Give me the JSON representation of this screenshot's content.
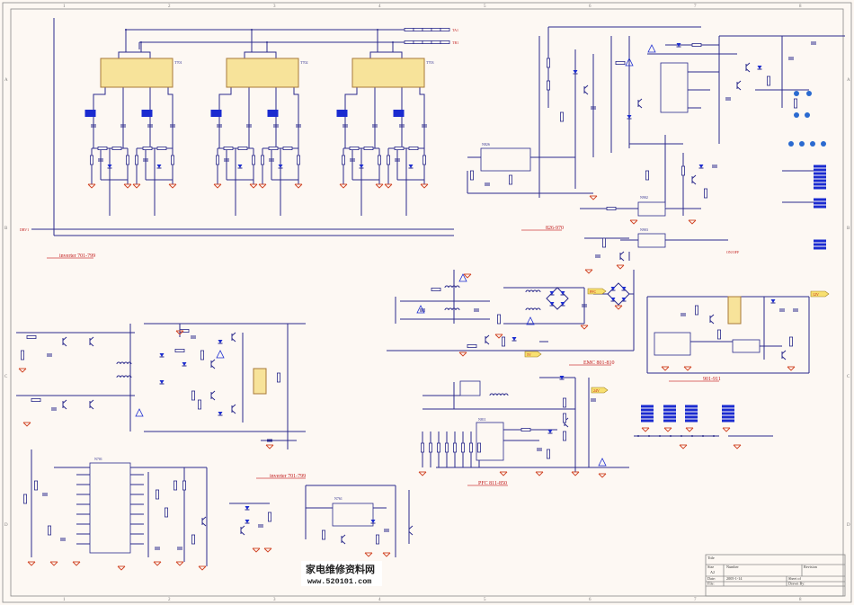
{
  "frame": {
    "rows": [
      "A",
      "B",
      "C",
      "D"
    ],
    "cols": [
      "1",
      "2",
      "3",
      "4",
      "5",
      "6",
      "7",
      "8"
    ]
  },
  "sections": {
    "inverter_top": "inverter 701-799",
    "standby": "826-970",
    "emc": "EMC 801-810",
    "pfc": "PFC 811-850",
    "psu": "901-911",
    "inverter_bottom": "inverter 701-799"
  },
  "transformers": [
    "T701",
    "T702",
    "T703"
  ],
  "nets": {
    "ta": "TA1",
    "tb": "TB1",
    "drive": "DRV1",
    "pfc_out": "PFC",
    "v12": "12V",
    "v5": "5V",
    "v24": "24V",
    "on_off": "ON/OFF"
  },
  "ics": {
    "standby_ic": "N826",
    "pfc_ic": "N811",
    "inverter_ic": "N701",
    "aux_ic": "N761",
    "opto1": "N902",
    "opto2": "N903"
  },
  "watermark": {
    "chinese": "家电维修资料网",
    "url": "www.520101.com"
  },
  "title_block": {
    "title_label": "Title",
    "size_label": "Size",
    "size_value": "A2",
    "number_label": "Number",
    "revision_label": "Revision",
    "date_label": "Date:",
    "date_value": "2005-1-14",
    "sheet_label": "Sheet    of",
    "file_label": "File:",
    "drawn_label": "Drawn By:"
  }
}
